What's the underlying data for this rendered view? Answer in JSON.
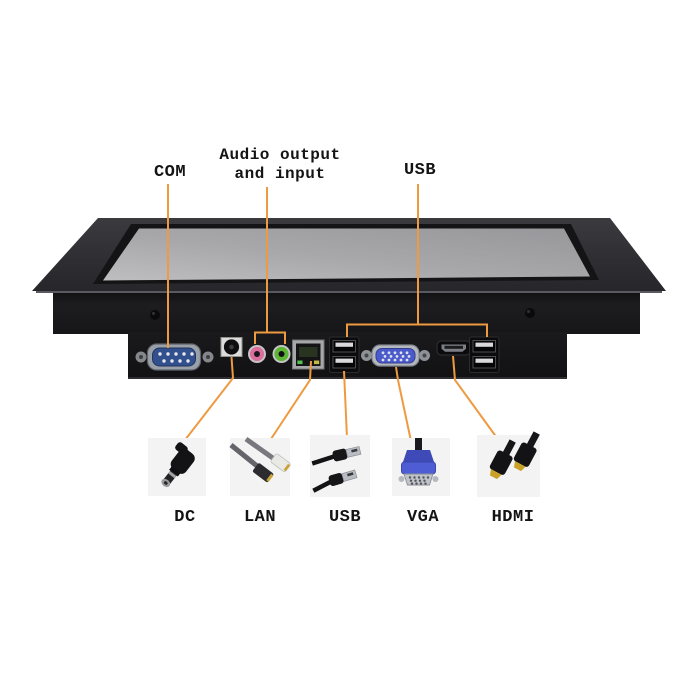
{
  "image": {
    "background": "#ffffff",
    "subject": "industrial-panel-pc-io-port-diagram"
  },
  "colors": {
    "annotation_line": "#ED9A40",
    "bezel_dark": "#323236",
    "screen_gray": "#ACACAE",
    "body_black": "#151517",
    "label_text": "#141414",
    "mic_jack_pink": "#DA6F9E",
    "lineout_jack_green": "#5CB535",
    "vga_blue": "#4A5ACC",
    "com_insert_blue": "#33508E",
    "lan_led_green": "#54C24E",
    "lan_led_amber": "#C2BB46",
    "hdmi_gold": "#C9A227",
    "thumb_background": "#F3F3F3"
  },
  "callouts": {
    "top": [
      {
        "id": "com",
        "label": "COM"
      },
      {
        "id": "audio",
        "label_line1": "Audio output",
        "label_line2": "and input"
      },
      {
        "id": "usb",
        "label": "USB"
      }
    ],
    "bottom": [
      {
        "id": "dc",
        "label": "DC",
        "icon": "dc-plug-icon"
      },
      {
        "id": "lan",
        "label": "LAN",
        "icon": "lan-cable-icon"
      },
      {
        "id": "usb",
        "label": "USB",
        "icon": "usb-cable-icon"
      },
      {
        "id": "vga",
        "label": "VGA",
        "icon": "vga-connector-icon"
      },
      {
        "id": "hdmi",
        "label": "HDMI",
        "icon": "hdmi-cable-icon"
      }
    ]
  },
  "ports": [
    {
      "name": "com-db9-serial-port"
    },
    {
      "name": "dc-power-jack"
    },
    {
      "name": "mic-in-jack"
    },
    {
      "name": "line-out-jack"
    },
    {
      "name": "lan-rj45-port"
    },
    {
      "name": "usb-dual-stack-left"
    },
    {
      "name": "vga-db15-port"
    },
    {
      "name": "hdmi-port"
    },
    {
      "name": "usb-dual-stack-right"
    }
  ]
}
